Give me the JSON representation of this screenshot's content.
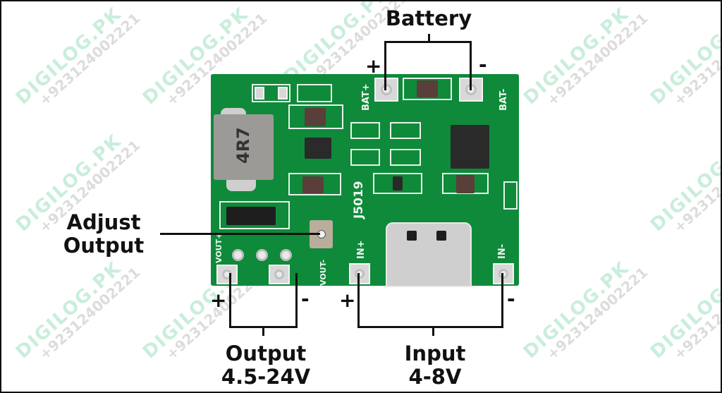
{
  "image": {
    "subject": "J5019 lithium battery charge / boost converter module with USB Type-C input",
    "background": "#ffffff",
    "pcb_color": "#0f8a3a"
  },
  "watermark": {
    "brand": "DIGILOG.PK",
    "phone": "+923124002221"
  },
  "labels": {
    "battery": "Battery",
    "battery_plus": "+",
    "battery_minus": "-",
    "adjust_line1": "Adjust",
    "adjust_line2": "Output",
    "output_line1": "Output",
    "output_line2": "4.5-24V",
    "output_plus": "+",
    "output_minus": "-",
    "input_line1": "Input",
    "input_line2": "4-8V",
    "input_plus": "+",
    "input_minus": "-"
  },
  "board": {
    "silkscreen": {
      "bat_plus": "BAT+",
      "bat_minus": "BAT-",
      "in_plus": "IN+",
      "in_minus": "IN-",
      "vout_plus": "VOUT+",
      "vout_minus": "VOUT-",
      "chip_id": "J5019",
      "inductor": "4R7"
    }
  }
}
